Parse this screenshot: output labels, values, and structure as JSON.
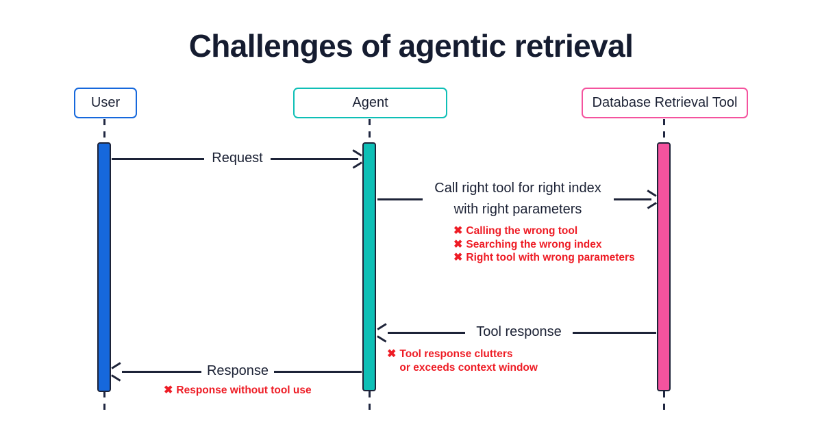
{
  "title": "Challenges of agentic retrieval",
  "colors": {
    "user": "#1668dc",
    "agent": "#0ebfb6",
    "tool": "#f4539e",
    "line": "#1d2338",
    "error": "#ee1c25",
    "background": "#ffffff",
    "title_text": "#151c30"
  },
  "participants": [
    {
      "id": "user",
      "label": "User",
      "color": "#1668dc"
    },
    {
      "id": "agent",
      "label": "Agent",
      "color": "#0ebfb6"
    },
    {
      "id": "tool",
      "label": "Database Retrieval Tool",
      "color": "#f4539e"
    }
  ],
  "messages": [
    {
      "id": "request",
      "label": "Request",
      "from": "user",
      "to": "agent",
      "direction": "right"
    },
    {
      "id": "call-tool",
      "label_line1": "Call right tool for right index",
      "label_line2": "with right parameters",
      "from": "agent",
      "to": "tool",
      "direction": "right"
    },
    {
      "id": "tool-response",
      "label": "Tool response",
      "from": "tool",
      "to": "agent",
      "direction": "left"
    },
    {
      "id": "response",
      "label": "Response",
      "from": "agent",
      "to": "user",
      "direction": "left"
    }
  ],
  "issues": {
    "call_tool": [
      "Calling the wrong tool",
      "Searching the wrong index",
      "Right tool with wrong parameters"
    ],
    "tool_response": {
      "line1": "Tool response clutters",
      "line2": "or exceeds context window"
    },
    "response": "Response without tool use"
  },
  "icons": {
    "x_mark": "✖"
  }
}
